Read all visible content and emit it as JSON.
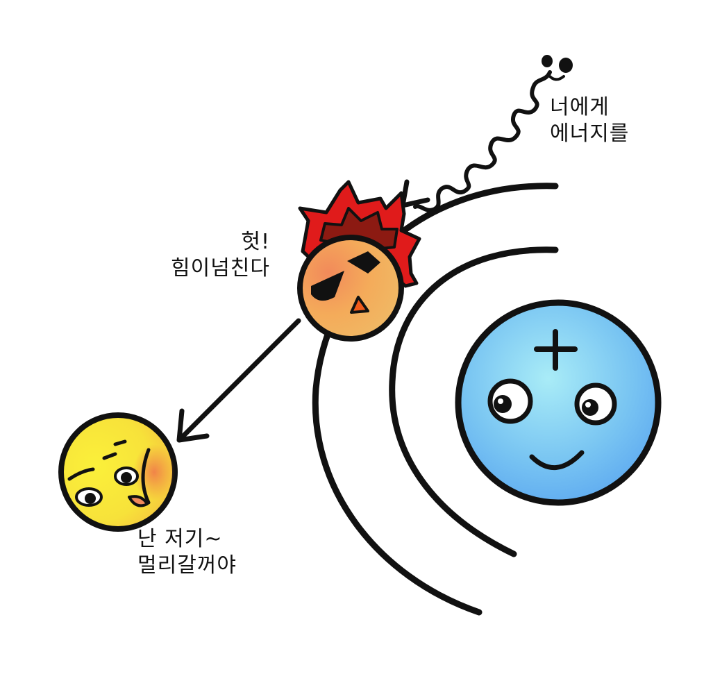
{
  "labels": {
    "photon": {
      "line1": "너에게",
      "line2": "에너지를"
    },
    "excited": {
      "line1": "헛!",
      "line2": "힘이넘친다"
    },
    "emitted": {
      "line1": "난 저기~",
      "line2": "멀리갈꺼야"
    }
  },
  "nucleus": {
    "symbol": "+",
    "color": "#6cb8f0"
  },
  "colors": {
    "stroke": "#111111",
    "excited_face": "#f2a454",
    "flame_outer": "#e01b1b",
    "flame_inner": "#8c1a12",
    "emitted_face": "#f7e93a",
    "blush": "#f08a4a"
  }
}
